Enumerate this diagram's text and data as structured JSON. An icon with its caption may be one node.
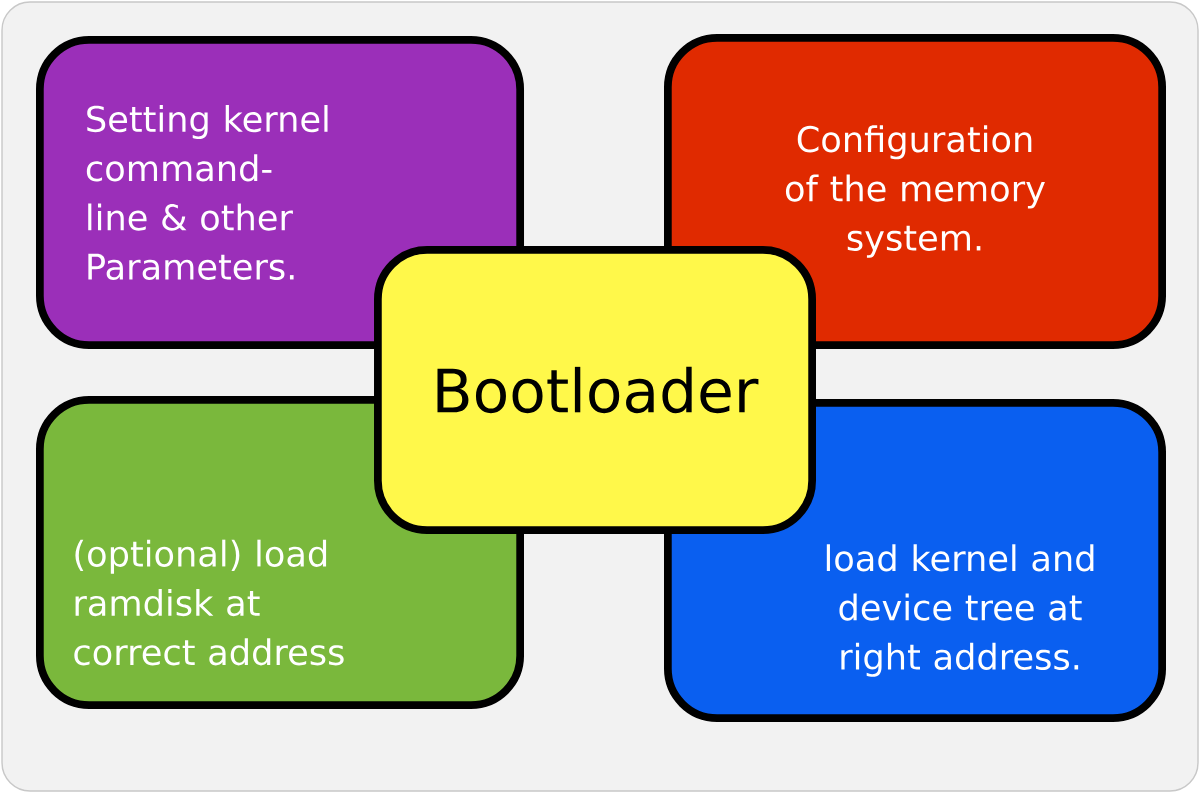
{
  "diagram": {
    "nodes": [
      {
        "text": [
          "Setting kernel command-line & other Parameters."
        ]
      },
      {
        "text": [
          "Configuration of the memory system."
        ]
      },
      {
        "text": [
          "Bootloader"
        ]
      },
      {
        "text": [
          "(optional) load ramdisk at correct address"
        ]
      },
      {
        "text": [
          "load kernel and device tree at right address."
        ]
      }
    ],
    "edges": []
  }
}
